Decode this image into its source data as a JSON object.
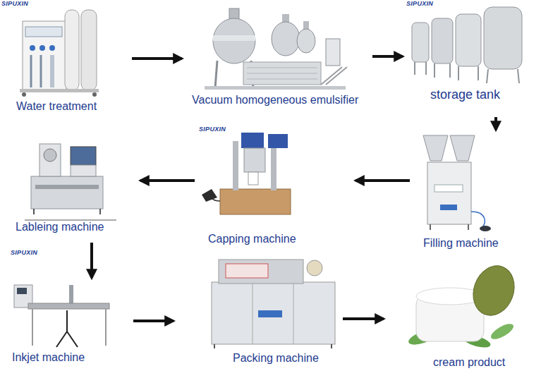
{
  "diagram": {
    "nodes": [
      {
        "text": [
          "Water treatment"
        ]
      },
      {
        "text": [
          "Vacuum homogeneous emulsifier"
        ]
      },
      {
        "text": [
          "storage tank"
        ]
      },
      {
        "text": [
          "Lableing machine"
        ]
      },
      {
        "text": [
          "Capping machine"
        ]
      },
      {
        "text": [
          "Filling machine"
        ]
      },
      {
        "text": [
          "Inkjet machine"
        ]
      },
      {
        "text": [
          "Packing machine"
        ]
      },
      {
        "text": [
          "cream product"
        ]
      }
    ],
    "edges": [
      {
        "from": 0,
        "to": 1,
        "arrow": "to"
      },
      {
        "from": 1,
        "to": 2,
        "arrow": "to"
      },
      {
        "from": 2,
        "to": 5,
        "arrow": "to"
      },
      {
        "from": 5,
        "to": 4,
        "arrow": "to"
      },
      {
        "from": 4,
        "to": 3,
        "arrow": "to"
      },
      {
        "from": 3,
        "to": 6,
        "arrow": "to"
      },
      {
        "from": 6,
        "to": 7,
        "arrow": "to"
      },
      {
        "from": 7,
        "to": 8,
        "arrow": "to"
      }
    ],
    "labels": [
      "SIPUXIN",
      "SIPUXIN",
      "SIPUXIN",
      "SIPUXIN"
    ]
  }
}
